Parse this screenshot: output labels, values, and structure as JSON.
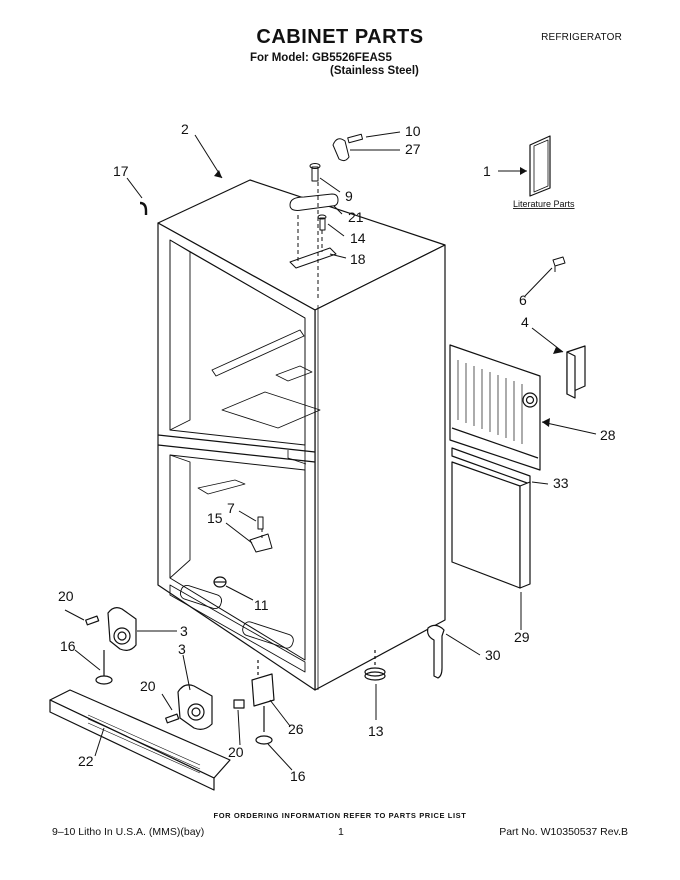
{
  "header": {
    "title": "CABINET PARTS",
    "model_line": "For Model: GB5526FEAS5",
    "finish_line": "(Stainless Steel)",
    "category": "REFRIGERATOR"
  },
  "callouts": {
    "c1": "1",
    "c2": "2",
    "c3a": "3",
    "c3b": "3",
    "c4": "4",
    "c6": "6",
    "c7": "7",
    "c9": "9",
    "c10": "10",
    "c11": "11",
    "c13": "13",
    "c14": "14",
    "c15": "15",
    "c16a": "16",
    "c16b": "16",
    "c17": "17",
    "c18": "18",
    "c20a": "20",
    "c20b": "20",
    "c20c": "20",
    "c21": "21",
    "c22": "22",
    "c26": "26",
    "c27": "27",
    "c28": "28",
    "c29": "29",
    "c30": "30",
    "c33": "33"
  },
  "literature_label": "Literature Parts",
  "footer": {
    "ordering_note": "FOR ORDERING INFORMATION REFER TO PARTS PRICE LIST",
    "litho": "9–10 Litho In U.S.A. (MMS)(bay)",
    "page_number": "1",
    "part_number": "Part No. W10350537 Rev.B"
  }
}
